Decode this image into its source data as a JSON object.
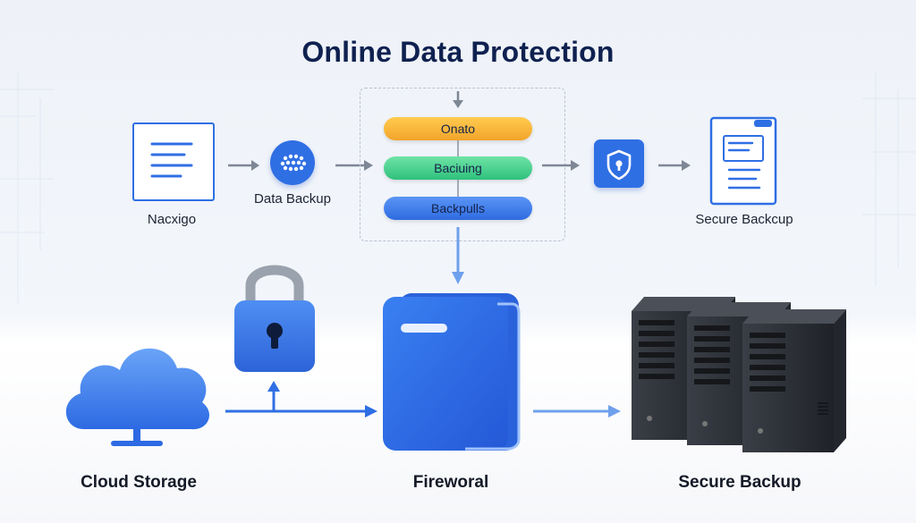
{
  "title": "Online Data Protection",
  "top_row": {
    "doc_left_label": "Nacxigo",
    "data_backup_label": "Data Backup",
    "stack": {
      "pill_top": "Onato",
      "pill_middle": "Baciuing",
      "pill_bottom": "Backpulls"
    },
    "secure_backup_label": "Secure Backcup"
  },
  "bottom_row": {
    "cloud_label": "Cloud Storage",
    "center_label": "Fireworal",
    "servers_label": "Secure Backup"
  },
  "colors": {
    "accent_blue": "#2f6fe4",
    "title_navy": "#0f2150",
    "pill_orange": "#f5b234",
    "pill_green": "#3ccf86",
    "pill_blue": "#3a7bef",
    "arrow_gray": "#7e8796",
    "server_dark": "#2e3138"
  },
  "icons": [
    "document-icon",
    "data-dots-icon",
    "shield-icon",
    "document-icon",
    "cloud-icon",
    "padlock-icon",
    "folder-icon",
    "server-icon"
  ]
}
